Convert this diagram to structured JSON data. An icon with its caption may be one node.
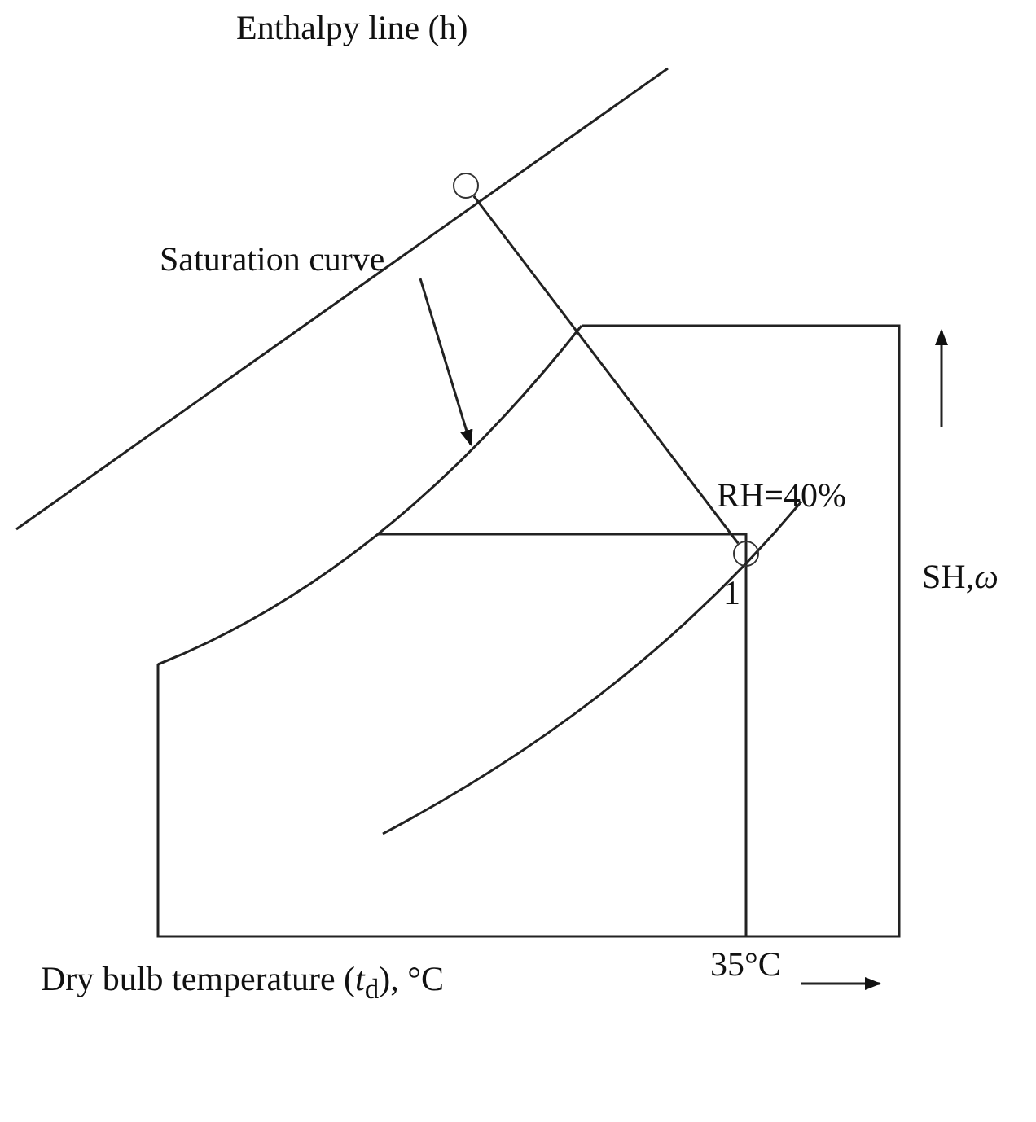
{
  "diagram": {
    "nodes": [
      {
        "text": [
          "Saturation curve"
        ]
      },
      {
        "text": [],
        "shape": "circle"
      },
      {
        "text": [],
        "shape": "circle",
        "beside": [
          "1"
        ]
      }
    ],
    "edges": [
      {
        "from": 0,
        "to": null,
        "arrow": "to"
      },
      {
        "from": 1,
        "to": 2,
        "arrow": "none"
      }
    ],
    "labels": [
      "Enthalpy line (h)",
      "RH=40%",
      "SH,*ω*",
      "35°C",
      "Dry bulb temperature (*t*$_{d}$), °C"
    ]
  }
}
